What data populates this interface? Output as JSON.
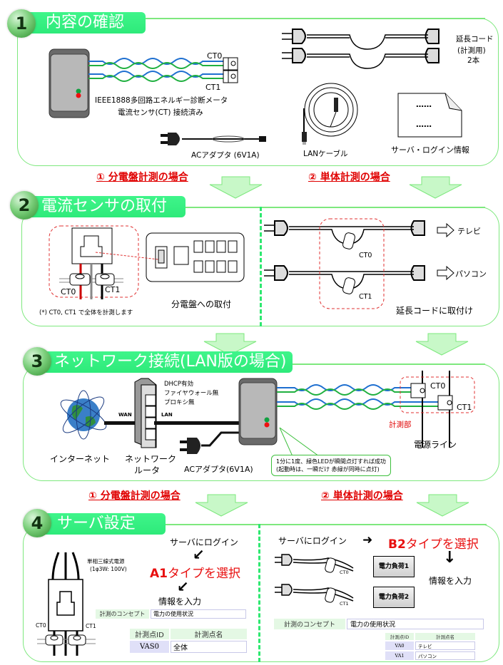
{
  "steps": [
    {
      "number": "1",
      "title": "内容の確認"
    },
    {
      "number": "2",
      "title": "電流センサの取付"
    },
    {
      "number": "3",
      "title": "ネットワーク接続(LAN版の場合)"
    },
    {
      "number": "4",
      "title": "サーバ設定"
    }
  ],
  "case_labels": {
    "panel": "① 分電盤計測の場合",
    "single": "② 単体計測の場合"
  },
  "step1": {
    "ct0": "CT0",
    "ct1": "CT1",
    "meter_caption_line1": "IEEE1888多回路エネルギー診断メータ",
    "meter_caption_line2": "電流センサ(CT) 接続済み",
    "ac_adapter": "ACアダプタ (6V1A)",
    "extension_line1": "延長コード",
    "extension_line2": "(計測用)",
    "extension_line3": "2本",
    "lan_cable": "LANケーブル",
    "login_info": "サーバ・ログイン情報",
    "doc_dots": "……"
  },
  "step2": {
    "ct0": "CT0",
    "ct1": "CT1",
    "note": "(*) CT0, CT1 で全体を計測します",
    "panel_caption": "分電盤への取付",
    "tv": "テレビ",
    "pc": "パソコン",
    "extension_caption": "延長コードに取付け"
  },
  "step3": {
    "router_notes": [
      "DHCP有効",
      "ファイヤウォール無",
      "プロキシ無"
    ],
    "wan": "WAN",
    "lan": "LAN",
    "internet": "インターネット",
    "router_line1": "ネットワーク",
    "router_line2": "ルータ",
    "ac_adapter": "ACアダプタ(6V1A)",
    "ct0": "CT0",
    "ct1": "CT1",
    "measure_part": "計測部",
    "power_line": "電源ライン",
    "led_note_line1": "1分に1度、緑色LEDが瞬間点灯すれば成功",
    "led_note_line2": "(起動時は、一瞬だけ 赤緑が同時に点灯)"
  },
  "step4": {
    "left": {
      "power_label_line1": "単相三線式電源",
      "power_label_line2": "(1φ3W: 100V)",
      "ct0": "CT0",
      "ct1": "CT1",
      "login": "サーバにログイン",
      "type_code": "A1",
      "type_suffix": "タイプを選択",
      "enter_info": "情報を入力",
      "concept_label": "計測のコンセプト",
      "concept_value": "電力の使用状況",
      "table_headers": [
        "計測点ID",
        "計測点名"
      ],
      "rows": [
        {
          "id": "VAS0",
          "name": "全体"
        }
      ]
    },
    "right": {
      "login": "サーバにログイン",
      "type_code": "B2",
      "type_suffix": "タイプを選択",
      "enter_info": "情報を入力",
      "load1": "電力負荷1",
      "load2": "電力負荷2",
      "ct0": "CT0",
      "ct1": "CT1",
      "concept_label": "計測のコンセプト",
      "concept_value": "電力の使用状況",
      "table_headers": [
        "計測点ID",
        "計測点名"
      ],
      "rows": [
        {
          "id": "VA0",
          "name": "テレビ"
        },
        {
          "id": "VA1",
          "name": "パソコン"
        }
      ]
    }
  },
  "colors": {
    "banner": "#33ee80",
    "panel_border": "#7ee87e",
    "case_label": "#e00000",
    "wire_blue": "#1e6fd0",
    "wire_green": "#20b040",
    "led_green": "#10a040",
    "led_red": "#ee1010"
  }
}
